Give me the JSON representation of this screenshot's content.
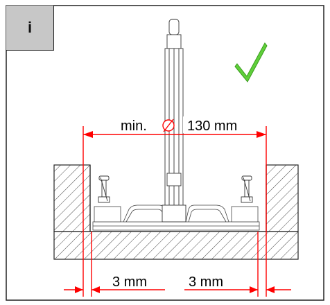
{
  "info_badge": "i",
  "check_color": "#5fcf3a",
  "dimension_color": "#ff0000",
  "labels": {
    "min": "min.",
    "diameter_symbol": "∅",
    "diameter_value": "130 mm",
    "gap_left": "3 mm",
    "gap_right": "3 mm"
  },
  "icons": [
    "info-icon",
    "checkmark-icon",
    "diameter-symbol"
  ]
}
